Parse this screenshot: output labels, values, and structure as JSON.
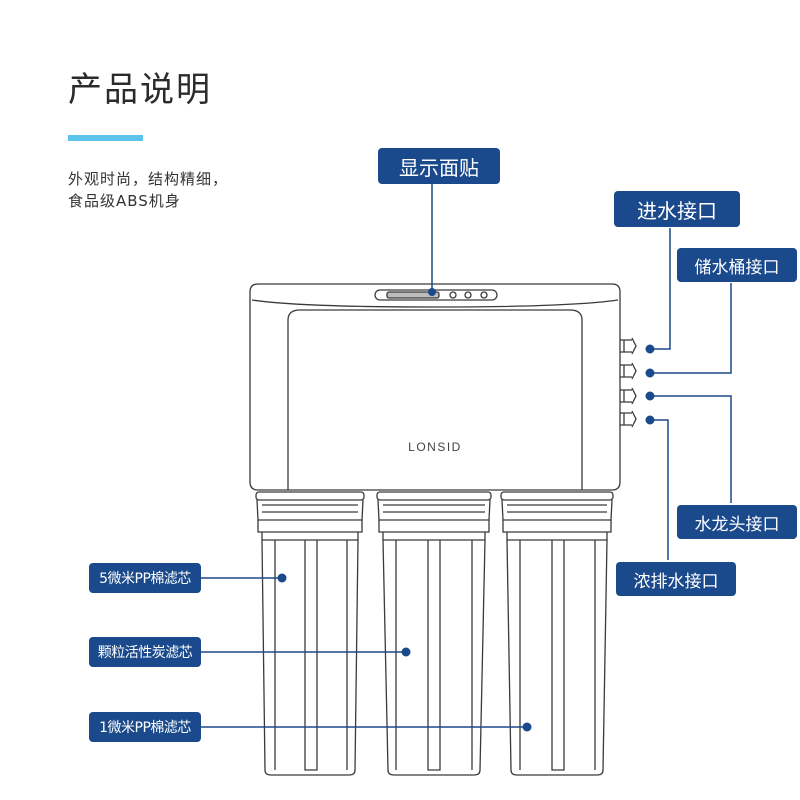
{
  "title": "产品说明",
  "description": "外观时尚，结构精细，食品级ABS机身",
  "brand": "LONSID",
  "colors": {
    "accent": "#5cc3ea",
    "callout": "#1b4a8c",
    "outline": "#3a3a3a"
  },
  "callouts": {
    "display_panel": "显示面贴",
    "water_inlet": "进水接口",
    "tank_port": "储水桶接口",
    "faucet_port": "水龙头接口",
    "drain_port": "浓排水接口",
    "filter_pp5": "5微米PP棉滤芯",
    "filter_carbon": "颗粒活性炭滤芯",
    "filter_pp1": "1微米PP棉滤芯"
  }
}
